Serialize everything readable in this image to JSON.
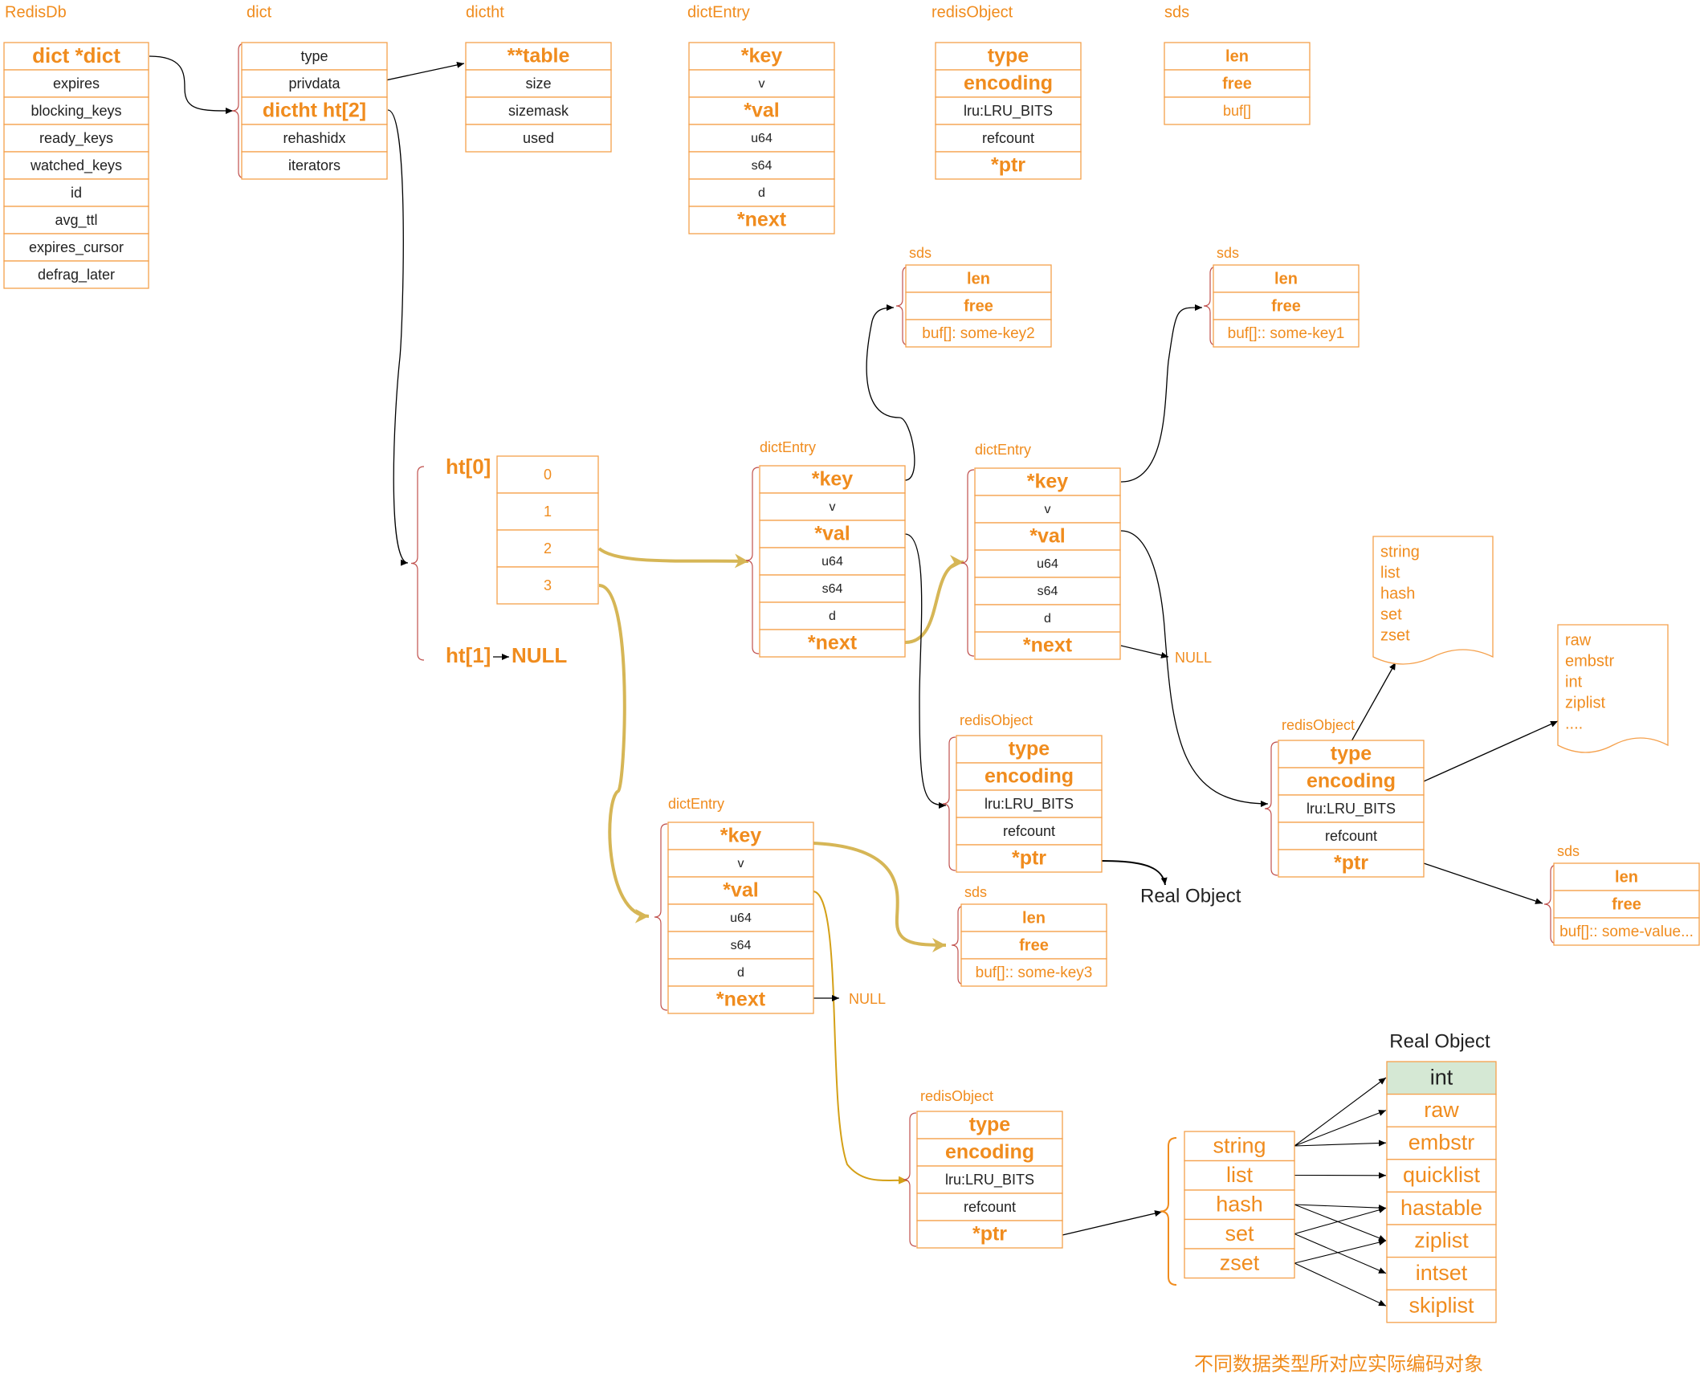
{
  "colors": {
    "orange": "#f08c1e",
    "border": "#f5a04b",
    "dark": "#222222",
    "brace": "#c0504d",
    "gold": "#d6b656",
    "gold_line": "#d4a017",
    "highlight": "#d5e8d4",
    "connector": "#000000"
  },
  "headings": {
    "redisdb": "RedisDb",
    "dict": "dict",
    "dictht": "dictht",
    "dictentry": "dictEntry",
    "redisobject": "redisObject",
    "sds": "sds"
  },
  "redisdb_fields": [
    {
      "label": "dict  *dict",
      "bold": true
    },
    {
      "label": "expires",
      "bold": false
    },
    {
      "label": "blocking_keys",
      "bold": false
    },
    {
      "label": "ready_keys",
      "bold": false
    },
    {
      "label": "watched_keys",
      "bold": false
    },
    {
      "label": "id",
      "bold": false
    },
    {
      "label": "avg_ttl",
      "bold": false
    },
    {
      "label": "expires_cursor",
      "bold": false
    },
    {
      "label": "defrag_later",
      "bold": false
    }
  ],
  "dict_fields": [
    {
      "label": "type",
      "bold": false
    },
    {
      "label": "privdata",
      "bold": false
    },
    {
      "label": "dictht ht[2]",
      "bold": true
    },
    {
      "label": "rehashidx",
      "bold": false
    },
    {
      "label": "iterators",
      "bold": false
    }
  ],
  "dictht_fields": [
    {
      "label": "**table",
      "bold": true
    },
    {
      "label": "size",
      "bold": false
    },
    {
      "label": "sizemask",
      "bold": false
    },
    {
      "label": "used",
      "bold": false
    }
  ],
  "dictentry_fields": [
    {
      "label": "*key",
      "bold": true
    },
    {
      "label": "v",
      "bold": false
    },
    {
      "label": "*val",
      "bold": true
    },
    {
      "label": "u64",
      "bold": false
    },
    {
      "label": "s64",
      "bold": false
    },
    {
      "label": "d",
      "bold": false
    },
    {
      "label": "*next",
      "bold": true
    }
  ],
  "redisobject_fields": [
    {
      "label": "type",
      "bold": true
    },
    {
      "label": "encoding",
      "bold": true
    },
    {
      "label": "lru:LRU_BITS",
      "bold": false
    },
    {
      "label": "refcount",
      "bold": false
    },
    {
      "label": "*ptr",
      "bold": true
    }
  ],
  "sds_fields": [
    {
      "label": "len",
      "bold": true
    },
    {
      "label": "free",
      "bold": true
    },
    {
      "label": "buf[]",
      "bold": false
    }
  ],
  "hashtable": {
    "ht0_label": "ht[0]",
    "ht1_label": "ht[1]",
    "null_label": "NULL",
    "buckets": [
      "0",
      "1",
      "2",
      "3"
    ]
  },
  "sds_instances": {
    "key2": {
      "len": "len",
      "free": "free",
      "buf": "buf[]: some-key2"
    },
    "key1": {
      "len": "len",
      "free": "free",
      "buf": "buf[]:: some-key1"
    },
    "key3": {
      "len": "len",
      "free": "free",
      "buf": "buf[]:: some-key3"
    },
    "value": {
      "len": "len",
      "free": "free",
      "buf": "buf[]:: some-value..."
    }
  },
  "null_text": "NULL",
  "real_object_text": "Real Object",
  "type_note": [
    "string",
    "list",
    "hash",
    "set",
    "zset"
  ],
  "encoding_note": [
    "raw",
    "embstr",
    "int",
    "ziplist",
    "...."
  ],
  "mapping": {
    "title": "Real Object",
    "types": [
      "string",
      "list",
      "hash",
      "set",
      "zset"
    ],
    "encodings": [
      "int",
      "raw",
      "embstr",
      "quicklist",
      "hastable",
      "ziplist",
      "intset",
      "skiplist"
    ],
    "caption": "不同数据类型所对应实际编码对象"
  }
}
